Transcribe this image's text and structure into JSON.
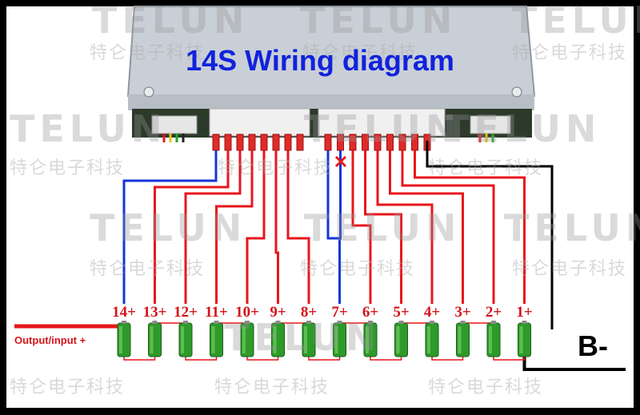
{
  "title": "14S Wiring diagram",
  "watermark": {
    "brand": "TELUN",
    "company": "特仑电子科技"
  },
  "cells": [
    "14+",
    "13+",
    "12+",
    "11+",
    "10+",
    "9+",
    "8+",
    "7+",
    "6+",
    "5+",
    "4+",
    "3+",
    "2+",
    "1+"
  ],
  "output_label": "Output/input +",
  "bminus_label": "B-",
  "colors": {
    "title": "#1122dd",
    "positive": "#e8161c",
    "balance_blue": "#1536d6",
    "ground": "#000000",
    "battery": "#2d9a2a"
  }
}
